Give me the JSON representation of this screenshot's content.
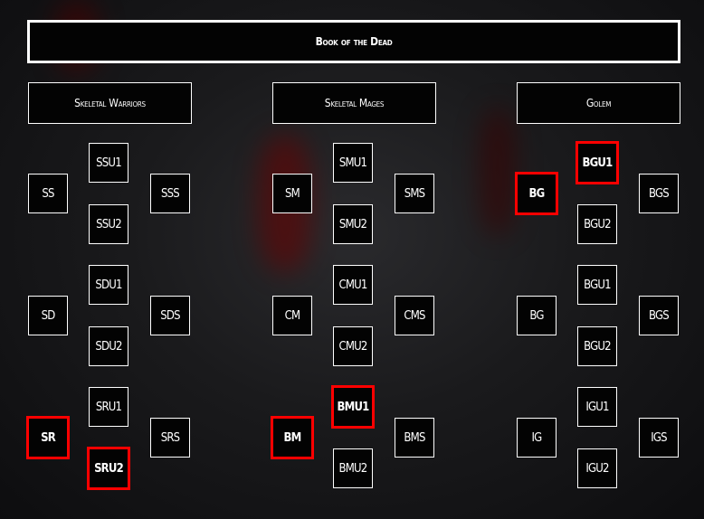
{
  "title": "Book of the Dead",
  "colors": {
    "selected_border": "#ff0000",
    "border": "#ffffff",
    "box_bg": "#030303"
  },
  "groups": [
    {
      "label": "Skeletal Warriors",
      "sets": [
        {
          "base": {
            "label": "SS",
            "selected": false
          },
          "upgrade1": {
            "label": "SSU1",
            "selected": false
          },
          "upgrade2": {
            "label": "SSU2",
            "selected": false
          },
          "special": {
            "label": "SSS",
            "selected": false
          }
        },
        {
          "base": {
            "label": "SD",
            "selected": false
          },
          "upgrade1": {
            "label": "SDU1",
            "selected": false
          },
          "upgrade2": {
            "label": "SDU2",
            "selected": false
          },
          "special": {
            "label": "SDS",
            "selected": false
          }
        },
        {
          "base": {
            "label": "SR",
            "selected": true
          },
          "upgrade1": {
            "label": "SRU1",
            "selected": false
          },
          "upgrade2": {
            "label": "SRU2",
            "selected": true
          },
          "special": {
            "label": "SRS",
            "selected": false
          }
        }
      ]
    },
    {
      "label": "Skeletal Mages",
      "sets": [
        {
          "base": {
            "label": "SM",
            "selected": false
          },
          "upgrade1": {
            "label": "SMU1",
            "selected": false
          },
          "upgrade2": {
            "label": "SMU2",
            "selected": false
          },
          "special": {
            "label": "SMS",
            "selected": false
          }
        },
        {
          "base": {
            "label": "CM",
            "selected": false
          },
          "upgrade1": {
            "label": "CMU1",
            "selected": false
          },
          "upgrade2": {
            "label": "CMU2",
            "selected": false
          },
          "special": {
            "label": "CMS",
            "selected": false
          }
        },
        {
          "base": {
            "label": "BM",
            "selected": true
          },
          "upgrade1": {
            "label": "BMU1",
            "selected": true
          },
          "upgrade2": {
            "label": "BMU2",
            "selected": false
          },
          "special": {
            "label": "BMS",
            "selected": false
          }
        }
      ]
    },
    {
      "label": "Golem",
      "sets": [
        {
          "base": {
            "label": "BG",
            "selected": true
          },
          "upgrade1": {
            "label": "BGU1",
            "selected": true
          },
          "upgrade2": {
            "label": "BGU2",
            "selected": false
          },
          "special": {
            "label": "BGS",
            "selected": false
          }
        },
        {
          "base": {
            "label": "BG",
            "selected": false
          },
          "upgrade1": {
            "label": "BGU1",
            "selected": false
          },
          "upgrade2": {
            "label": "BGU2",
            "selected": false
          },
          "special": {
            "label": "BGS",
            "selected": false
          }
        },
        {
          "base": {
            "label": "IG",
            "selected": false
          },
          "upgrade1": {
            "label": "IGU1",
            "selected": false
          },
          "upgrade2": {
            "label": "IGU2",
            "selected": false
          },
          "special": {
            "label": "IGS",
            "selected": false
          }
        }
      ]
    }
  ]
}
